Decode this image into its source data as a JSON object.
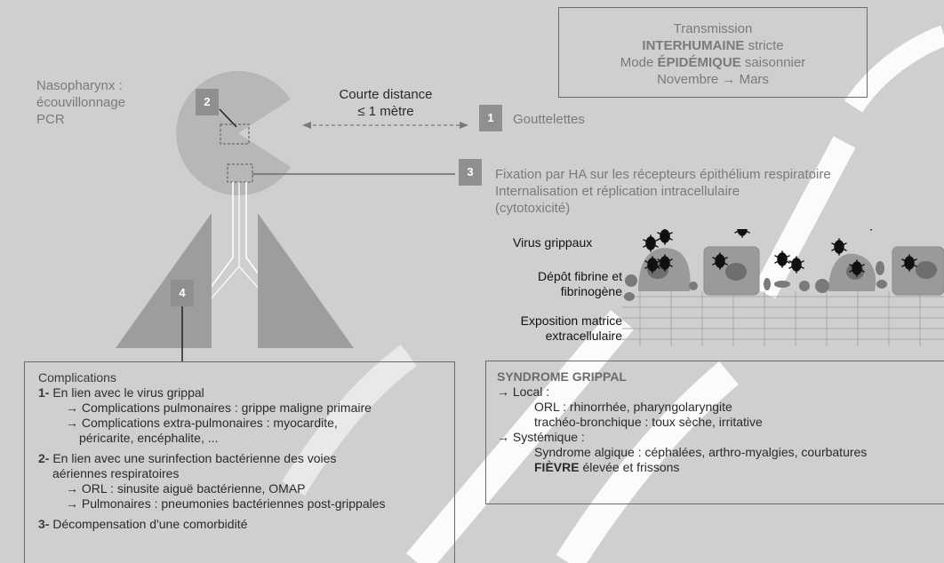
{
  "transmission": {
    "line1": "Transmission",
    "line2_bold": "INTERHUMAINE",
    "line2_rest": " stricte",
    "line3_pre": "Mode ",
    "line3_bold": "ÉPIDÉMIQUE",
    "line3_rest": " saisonnier",
    "line4": "Novembre → Mars"
  },
  "nasopharynx": [
    "Nasopharynx :",
    "écouvillonnage",
    "PCR"
  ],
  "distance": {
    "line1": "Courte distance",
    "line2": "≤ 1 mètre"
  },
  "step1": {
    "badge": "1",
    "label": "Gouttelettes"
  },
  "step2": {
    "badge": "2"
  },
  "step3": {
    "badge": "3",
    "lines": [
      "Fixation par HA sur les récepteurs épithélium respiratoire",
      "Internalisation et réplication intracellulaire",
      "(cytotoxicité)"
    ]
  },
  "step4": {
    "badge": "4"
  },
  "cell_labels": {
    "virus": "Virus grippaux",
    "fibrin": [
      "Dépôt fibrine et",
      "fibrinogène"
    ],
    "matrix": [
      "Exposition matrice",
      "extracellulaire"
    ]
  },
  "complications": {
    "title": "Complications",
    "items": [
      {
        "num": "1-",
        "text": "En lien avec le virus grippal"
      },
      {
        "text": "→ Complications pulmonaires : grippe maligne primaire"
      },
      {
        "text": "→ Complications extra-pulmonaires : myocardite,"
      },
      {
        "text": "péricarite, encéphalite, ..."
      },
      {
        "num": "2-",
        "text": "En lien avec une surinfection bactérienne des voies"
      },
      {
        "text": "aériennes respiratoires"
      },
      {
        "text": "→ ORL : sinusite aiguë bactérienne, OMAP"
      },
      {
        "text": "→ Pulmonaires : pneumonies bactériennes post-grippales"
      },
      {
        "num": "3-",
        "text": "Décompensation d'une comorbidité"
      }
    ]
  },
  "syndrome": {
    "title": "SYNDROME GRIPPAL",
    "local": "→ Local :",
    "orl": "ORL : rhinorrhée, pharyngolaryngite",
    "tracheo": "trachéo-bronchique : toux sèche, irritative",
    "systemique": "→ Systémique :",
    "algique": "Syndrome algique : céphalées, arthro-myalgies, courbatures",
    "fievre_bold": "FIÈVRE",
    "fievre_rest": " élevée et frissons"
  }
}
